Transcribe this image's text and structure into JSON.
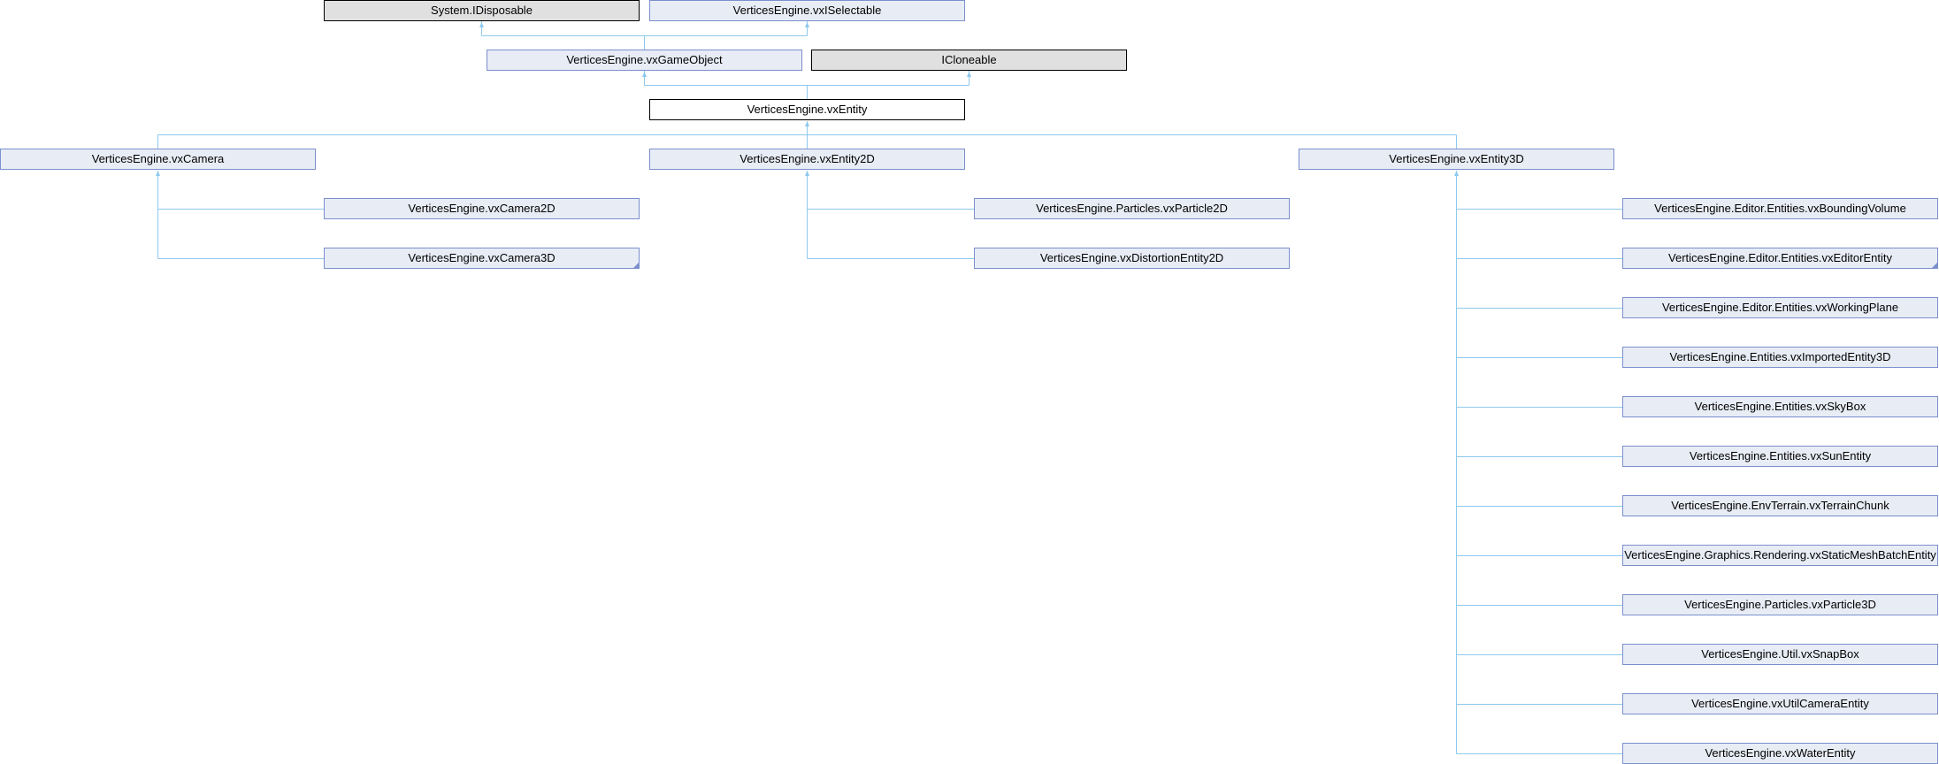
{
  "diagram": {
    "nodes": {
      "idisposable": "System.IDisposable",
      "ixselectable": "VerticesEngine.vxISelectable",
      "gameobject": "VerticesEngine.vxGameObject",
      "icloneable": "ICloneable",
      "entity": "VerticesEngine.vxEntity",
      "camera": "VerticesEngine.vxCamera",
      "entity2d": "VerticesEngine.vxEntity2D",
      "entity3d": "VerticesEngine.vxEntity3D",
      "camera2d": "VerticesEngine.vxCamera2D",
      "camera3d": "VerticesEngine.vxCamera3D",
      "particle2d": "VerticesEngine.Particles.vxParticle2D",
      "distortion2d": "VerticesEngine.vxDistortionEntity2D",
      "entity3d_children": [
        "VerticesEngine.Editor.Entities.vxBoundingVolume",
        "VerticesEngine.Editor.Entities.vxEditorEntity",
        "VerticesEngine.Editor.Entities.vxWorkingPlane",
        "VerticesEngine.Entities.vxImportedEntity3D",
        "VerticesEngine.Entities.vxSkyBox",
        "VerticesEngine.Entities.vxSunEntity",
        "VerticesEngine.EnvTerrain.vxTerrainChunk",
        "VerticesEngine.Graphics.Rendering.vxStaticMeshBatchEntity",
        "VerticesEngine.Particles.vxParticle3D",
        "VerticesEngine.Util.vxSnapBox",
        "VerticesEngine.vxUtilCameraEntity",
        "VerticesEngine.vxWaterEntity"
      ]
    },
    "colors": {
      "line": "#8ec9ee",
      "node_fill": "#e8ecf5",
      "node_border": "#7b8fcc",
      "external_fill": "#e0e0e0"
    }
  }
}
